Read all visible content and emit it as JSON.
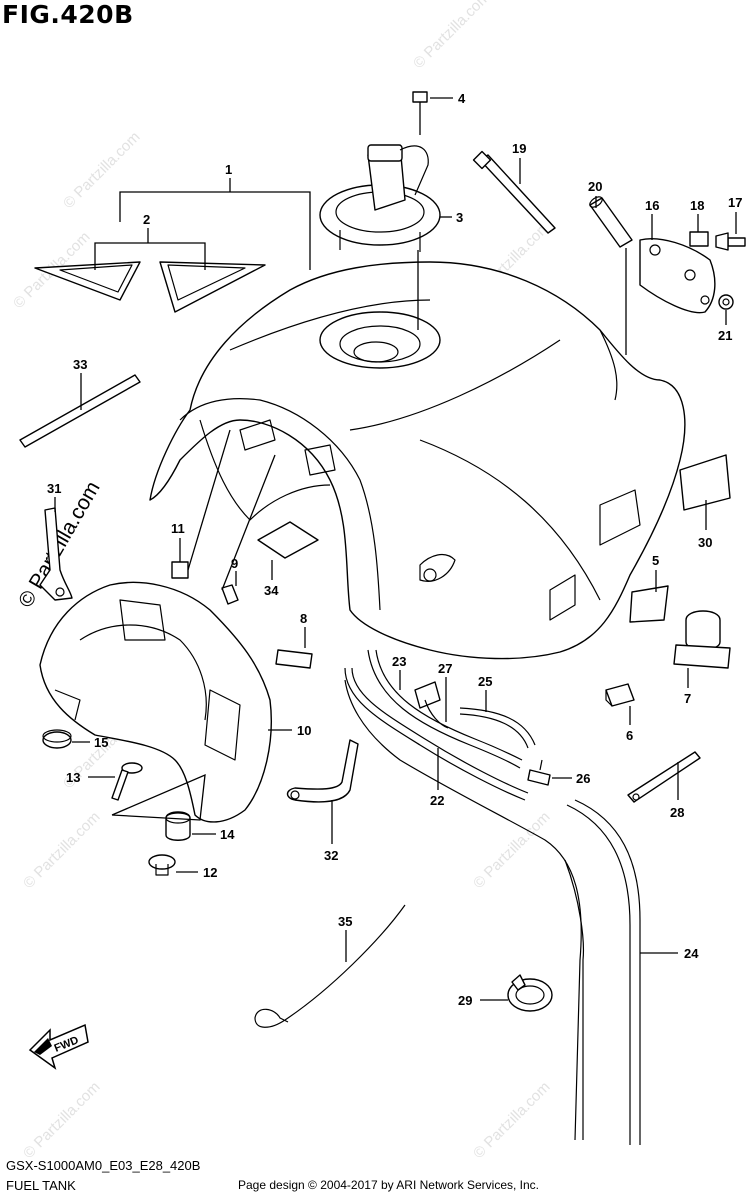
{
  "figure": {
    "title": "FIG.420B",
    "model_code": "GSX-S1000AM0_E03_E28_420B",
    "section_name": "FUEL TANK",
    "copyright": "Page design © 2004-2017 by ARI Network Services, Inc."
  },
  "watermark": {
    "text": "© Partzilla.com",
    "color": "#e2e2e2"
  },
  "fwd_label": "FWD",
  "callouts": [
    {
      "id": "c1",
      "label": "1"
    },
    {
      "id": "c2",
      "label": "2"
    },
    {
      "id": "c3",
      "label": "3"
    },
    {
      "id": "c4",
      "label": "4"
    },
    {
      "id": "c5",
      "label": "5"
    },
    {
      "id": "c6",
      "label": "6"
    },
    {
      "id": "c7",
      "label": "7"
    },
    {
      "id": "c8",
      "label": "8"
    },
    {
      "id": "c9",
      "label": "9"
    },
    {
      "id": "c10",
      "label": "10"
    },
    {
      "id": "c11",
      "label": "11"
    },
    {
      "id": "c12",
      "label": "12"
    },
    {
      "id": "c13",
      "label": "13"
    },
    {
      "id": "c14",
      "label": "14"
    },
    {
      "id": "c15",
      "label": "15"
    },
    {
      "id": "c16",
      "label": "16"
    },
    {
      "id": "c17",
      "label": "17"
    },
    {
      "id": "c18",
      "label": "18"
    },
    {
      "id": "c19",
      "label": "19"
    },
    {
      "id": "c20",
      "label": "20"
    },
    {
      "id": "c21",
      "label": "21"
    },
    {
      "id": "c22",
      "label": "22"
    },
    {
      "id": "c23",
      "label": "23"
    },
    {
      "id": "c24",
      "label": "24"
    },
    {
      "id": "c25",
      "label": "25"
    },
    {
      "id": "c26",
      "label": "26"
    },
    {
      "id": "c27",
      "label": "27"
    },
    {
      "id": "c28",
      "label": "28"
    },
    {
      "id": "c29",
      "label": "29"
    },
    {
      "id": "c30",
      "label": "30"
    },
    {
      "id": "c31",
      "label": "31"
    },
    {
      "id": "c32",
      "label": "32"
    },
    {
      "id": "c33",
      "label": "33"
    },
    {
      "id": "c34",
      "label": "34"
    },
    {
      "id": "c35",
      "label": "35"
    }
  ]
}
